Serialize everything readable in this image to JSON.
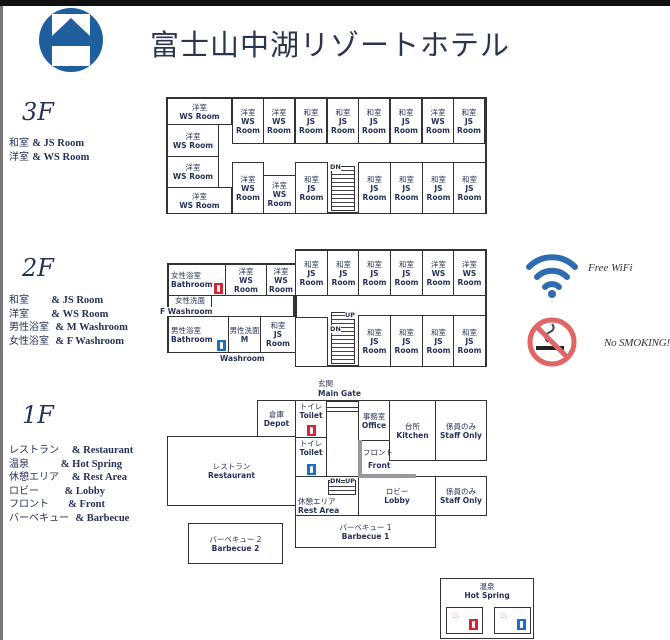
{
  "header": {
    "title": "富士山中湖リゾートホテル",
    "logo_icon": "hotel-mount-fuji-logo"
  },
  "colors": {
    "brand": "#1f5f9e",
    "text": "#263357",
    "female": "#d9232e",
    "male": "#1e6fc0"
  },
  "floors": {
    "f3": {
      "label": "3F",
      "legend": [
        {
          "jp": "和室",
          "en": "& JS Room"
        },
        {
          "jp": "洋室",
          "en": "& WS Room"
        }
      ],
      "stairs": "DN",
      "rooms": [
        {
          "jp": "洋室",
          "en": "WS Room"
        },
        {
          "jp": "洋室",
          "en": "WS Room"
        },
        {
          "jp": "洋室",
          "en": "WS Room"
        },
        {
          "jp": "洋室",
          "en": "WS Room"
        },
        {
          "jp": "洋室",
          "en": "WS\nRoom"
        },
        {
          "jp": "洋室",
          "en": "WS\nRoom"
        },
        {
          "jp": "和室",
          "en": "JS\nRoom"
        },
        {
          "jp": "和室",
          "en": "JS\nRoom"
        },
        {
          "jp": "和室",
          "en": "JS\nRoom"
        },
        {
          "jp": "和室",
          "en": "JS\nRoom"
        },
        {
          "jp": "洋室",
          "en": "WS\nRoom"
        },
        {
          "jp": "和室",
          "en": "JS\nRoom"
        },
        {
          "jp": "洋室",
          "en": "WS\nRoom"
        },
        {
          "jp": "洋室",
          "en": "WS\nRoom"
        },
        {
          "jp": "和室",
          "en": "JS\nRoom"
        },
        {
          "jp": "和室",
          "en": "JS\nRoom"
        },
        {
          "jp": "和室",
          "en": "JS\nRoom"
        },
        {
          "jp": "和室",
          "en": "JS\nRoom"
        },
        {
          "jp": "和室",
          "en": "JS\nRoom"
        }
      ]
    },
    "f2": {
      "label": "2F",
      "legend": [
        {
          "jp": "和室      ",
          "en": "& JS Room"
        },
        {
          "jp": "洋室      ",
          "en": "& WS Room"
        },
        {
          "jp": "男性浴室 ",
          "en": "& M Washroom"
        },
        {
          "jp": "女性浴室 ",
          "en": "& F Washroom"
        }
      ],
      "stairs_dn": "DN",
      "stairs_up": "UP",
      "f_washroom_label": "F Washroom",
      "m_washroom_label": "Washroom",
      "rooms": [
        {
          "jp": "女性浴室",
          "en": "Bathroom"
        },
        {
          "jp": "洋室",
          "en": "WS\nRoom"
        },
        {
          "jp": "洋室",
          "en": "WS\nRoom"
        },
        {
          "jp": "女性洗面",
          "en": ""
        },
        {
          "jp": "男性浴室",
          "en": "Bathroom"
        },
        {
          "jp": "男性洗面",
          "en": "M"
        },
        {
          "jp": "和室",
          "en": "JS\nRoom"
        },
        {
          "jp": "和室",
          "en": "JS\nRoom"
        },
        {
          "jp": "和室",
          "en": "JS\nRoom"
        },
        {
          "jp": "和室",
          "en": "JS\nRoom"
        },
        {
          "jp": "和室",
          "en": "JS\nRoom"
        },
        {
          "jp": "洋室",
          "en": "WS\nRoom"
        },
        {
          "jp": "洋室",
          "en": "WS\nRoom"
        },
        {
          "jp": "",
          "en": ""
        },
        {
          "jp": "和室",
          "en": "JS\nRoom"
        },
        {
          "jp": "和室",
          "en": "JS\nRoom"
        },
        {
          "jp": "和室",
          "en": "JS\nRoom"
        },
        {
          "jp": "和室",
          "en": "JS\nRoom"
        }
      ]
    },
    "f1": {
      "label": "1F",
      "legend": [
        {
          "jp": "レストラン   ",
          "en": "& Restaurant"
        },
        {
          "jp": "温泉         ",
          "en": "& Hot Spring"
        },
        {
          "jp": "休憩エリア   ",
          "en": "& Rest Area"
        },
        {
          "jp": "ロビー       ",
          "en": "& Lobby"
        },
        {
          "jp": "フロント     ",
          "en": "& Front"
        },
        {
          "jp": "バーベキュー ",
          "en": "& Barbecue"
        }
      ],
      "main_gate": {
        "jp": "玄関",
        "en": "Main Gate"
      },
      "front": {
        "jp": "フロント",
        "en": "Front"
      },
      "stairs_dn": "DN",
      "stairs_up": "UP",
      "rooms": [
        {
          "jp": "倉庫",
          "en": "Depot"
        },
        {
          "jp": "トイレ",
          "en": "Toilet"
        },
        {
          "jp": "トイレ",
          "en": "Toilet"
        },
        {
          "jp": "事務室",
          "en": "Office"
        },
        {
          "jp": "台所",
          "en": "Kitchen"
        },
        {
          "jp": "係員のみ",
          "en": "Staff Only"
        },
        {
          "jp": "レストラン",
          "en": "Restaurant"
        },
        {
          "jp": "休憩エリア",
          "en": "Rest Area"
        },
        {
          "jp": "ロビー",
          "en": "Lobby"
        },
        {
          "jp": "係員のみ",
          "en": "Staff Only"
        },
        {
          "jp": "バーベキュー 1",
          "en": "Barbecue 1"
        },
        {
          "jp": "バーベキュー 2",
          "en": "Barbecue 2"
        },
        {
          "jp": "温泉",
          "en": "Hot Spring"
        }
      ]
    }
  },
  "amenities": [
    {
      "icon": "wifi-icon",
      "label": "Free WiFi"
    },
    {
      "icon": "no-smoking-icon",
      "label": "No SMOKING!!"
    }
  ]
}
